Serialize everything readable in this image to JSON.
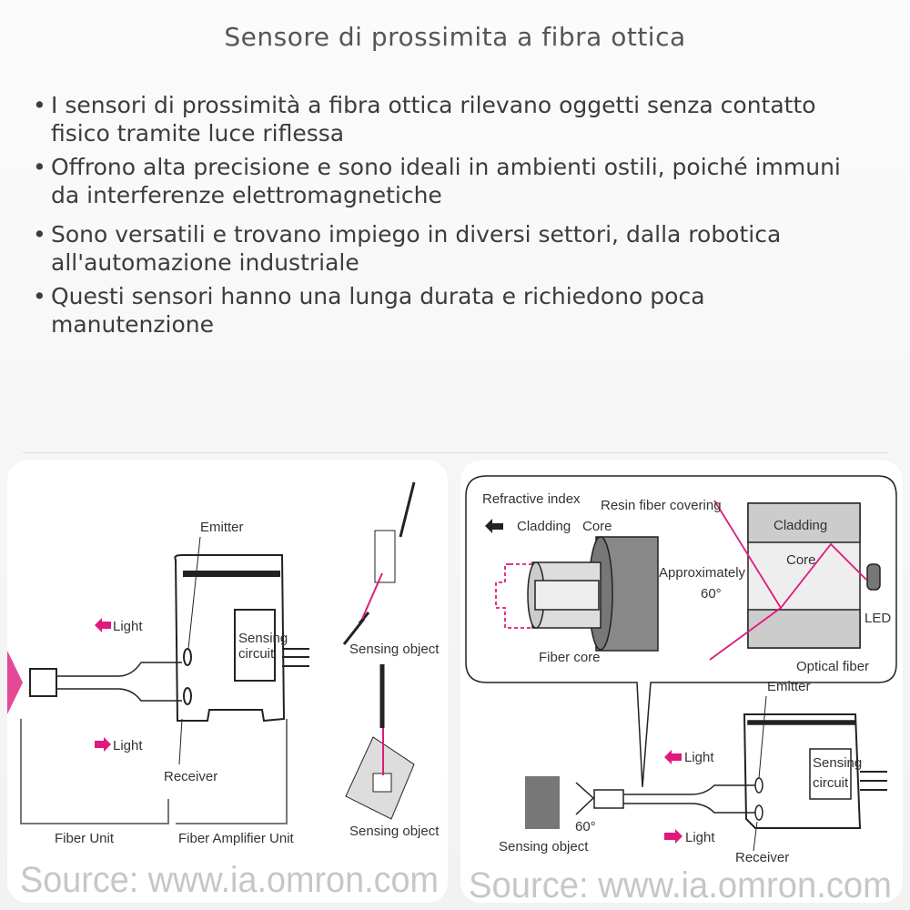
{
  "title": "Sensore di prossimita a fibra ottica",
  "bullets": [
    "I sensori di prossimità a fibra ottica rilevano oggetti senza contatto fisico tramite luce riflessa",
    "Offrono alta precisione e sono ideali in ambienti ostili, poiché immuni da interferenze elettromagnetiche",
    "Sono versatili e trovano impiego in diversi settori, dalla robotica all'automazione industriale",
    "Questi sensori hanno una lunga durata e richiedono poca manutenzione"
  ],
  "left_diagram": {
    "emitter": "Emitter",
    "receiver": "Receiver",
    "light_out": "Light",
    "light_in": "Light",
    "sensing_circuit_1": "Sensing",
    "sensing_circuit_2": "circuit",
    "sensing_object_1": "Sensing object",
    "sensing_object_2": "Sensing object",
    "fiber_unit": "Fiber Unit",
    "fiber_amplifier_unit": "Fiber Amplifier Unit",
    "watermark": "Source: www.ia.omron.com"
  },
  "right_diagram": {
    "refractive_index": "Refractive index",
    "cladding": "Cladding",
    "core": "Core",
    "resin_fiber_covering": "Resin fiber covering",
    "fiber_core": "Fiber core",
    "approx_1": "Approximately",
    "approx_2": "60°",
    "cladding_2": "Cladding",
    "core_2": "Core",
    "led": "LED",
    "optical_fiber": "Optical fiber",
    "emitter": "Emitter",
    "light_out": "Light",
    "sensing_circuit_1": "Sensing",
    "sensing_circuit_2": "circuit",
    "sensing_object": "Sensing object",
    "angle": "60°",
    "light_in": "Light",
    "receiver": "Receiver",
    "watermark": "Source: www.ia.omron.com"
  },
  "colors": {
    "accent": "#e0197d",
    "text": "#3c3c3c"
  }
}
